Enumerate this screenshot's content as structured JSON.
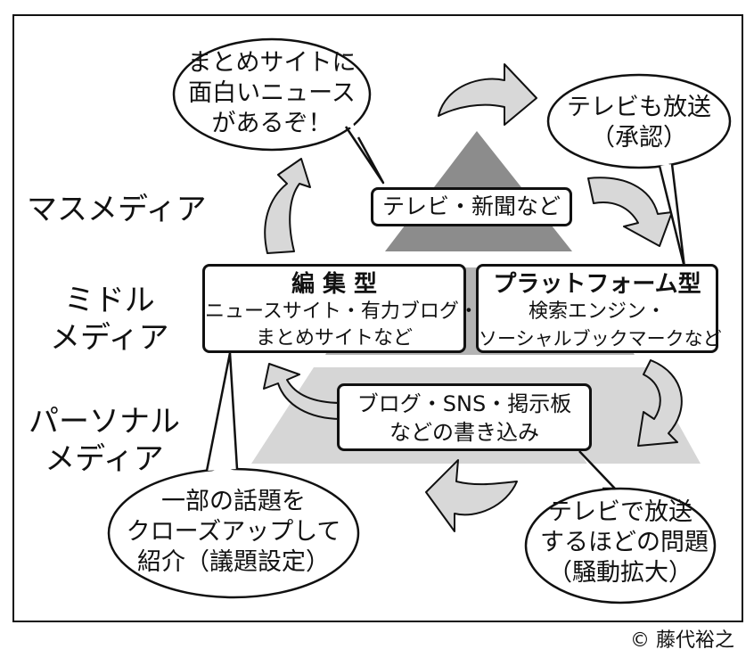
{
  "layers": {
    "mass": "マスメディア",
    "middle": [
      "ミドル",
      "メディア"
    ],
    "personal": [
      "パーソナル",
      "メディア"
    ]
  },
  "boxes": {
    "top": "テレビ・新聞など",
    "editorial": {
      "title": "編 集 型",
      "lines": [
        "ニュースサイト・有力ブログ・",
        "まとめサイトなど"
      ]
    },
    "platform": {
      "title": "プラットフォーム型",
      "lines": [
        "検索エンジン・",
        "ソーシャルブックマークなど"
      ]
    },
    "bottom": [
      "ブログ・SNS・掲示板",
      "などの書き込み"
    ]
  },
  "bubbles": {
    "top_left": [
      "まとめサイトに",
      "面白いニュース",
      "があるぞ！"
    ],
    "top_right": [
      "テレビも放送",
      "（承認）"
    ],
    "bottom_left": [
      "一部の話題を",
      "クローズアップして",
      "紹介（議題設定）"
    ],
    "bottom_right": [
      "テレビで放送",
      "するほどの問題",
      "（騒動拡大）"
    ]
  },
  "credit": "© 藤代裕之",
  "colors": {
    "pyramid_top": "#8c8c8c",
    "pyramid_middle": "#b3b3b3",
    "pyramid_bottom": "#d6d6d6",
    "arrow_fill": "#d8d8d8",
    "outline": "#111111"
  }
}
